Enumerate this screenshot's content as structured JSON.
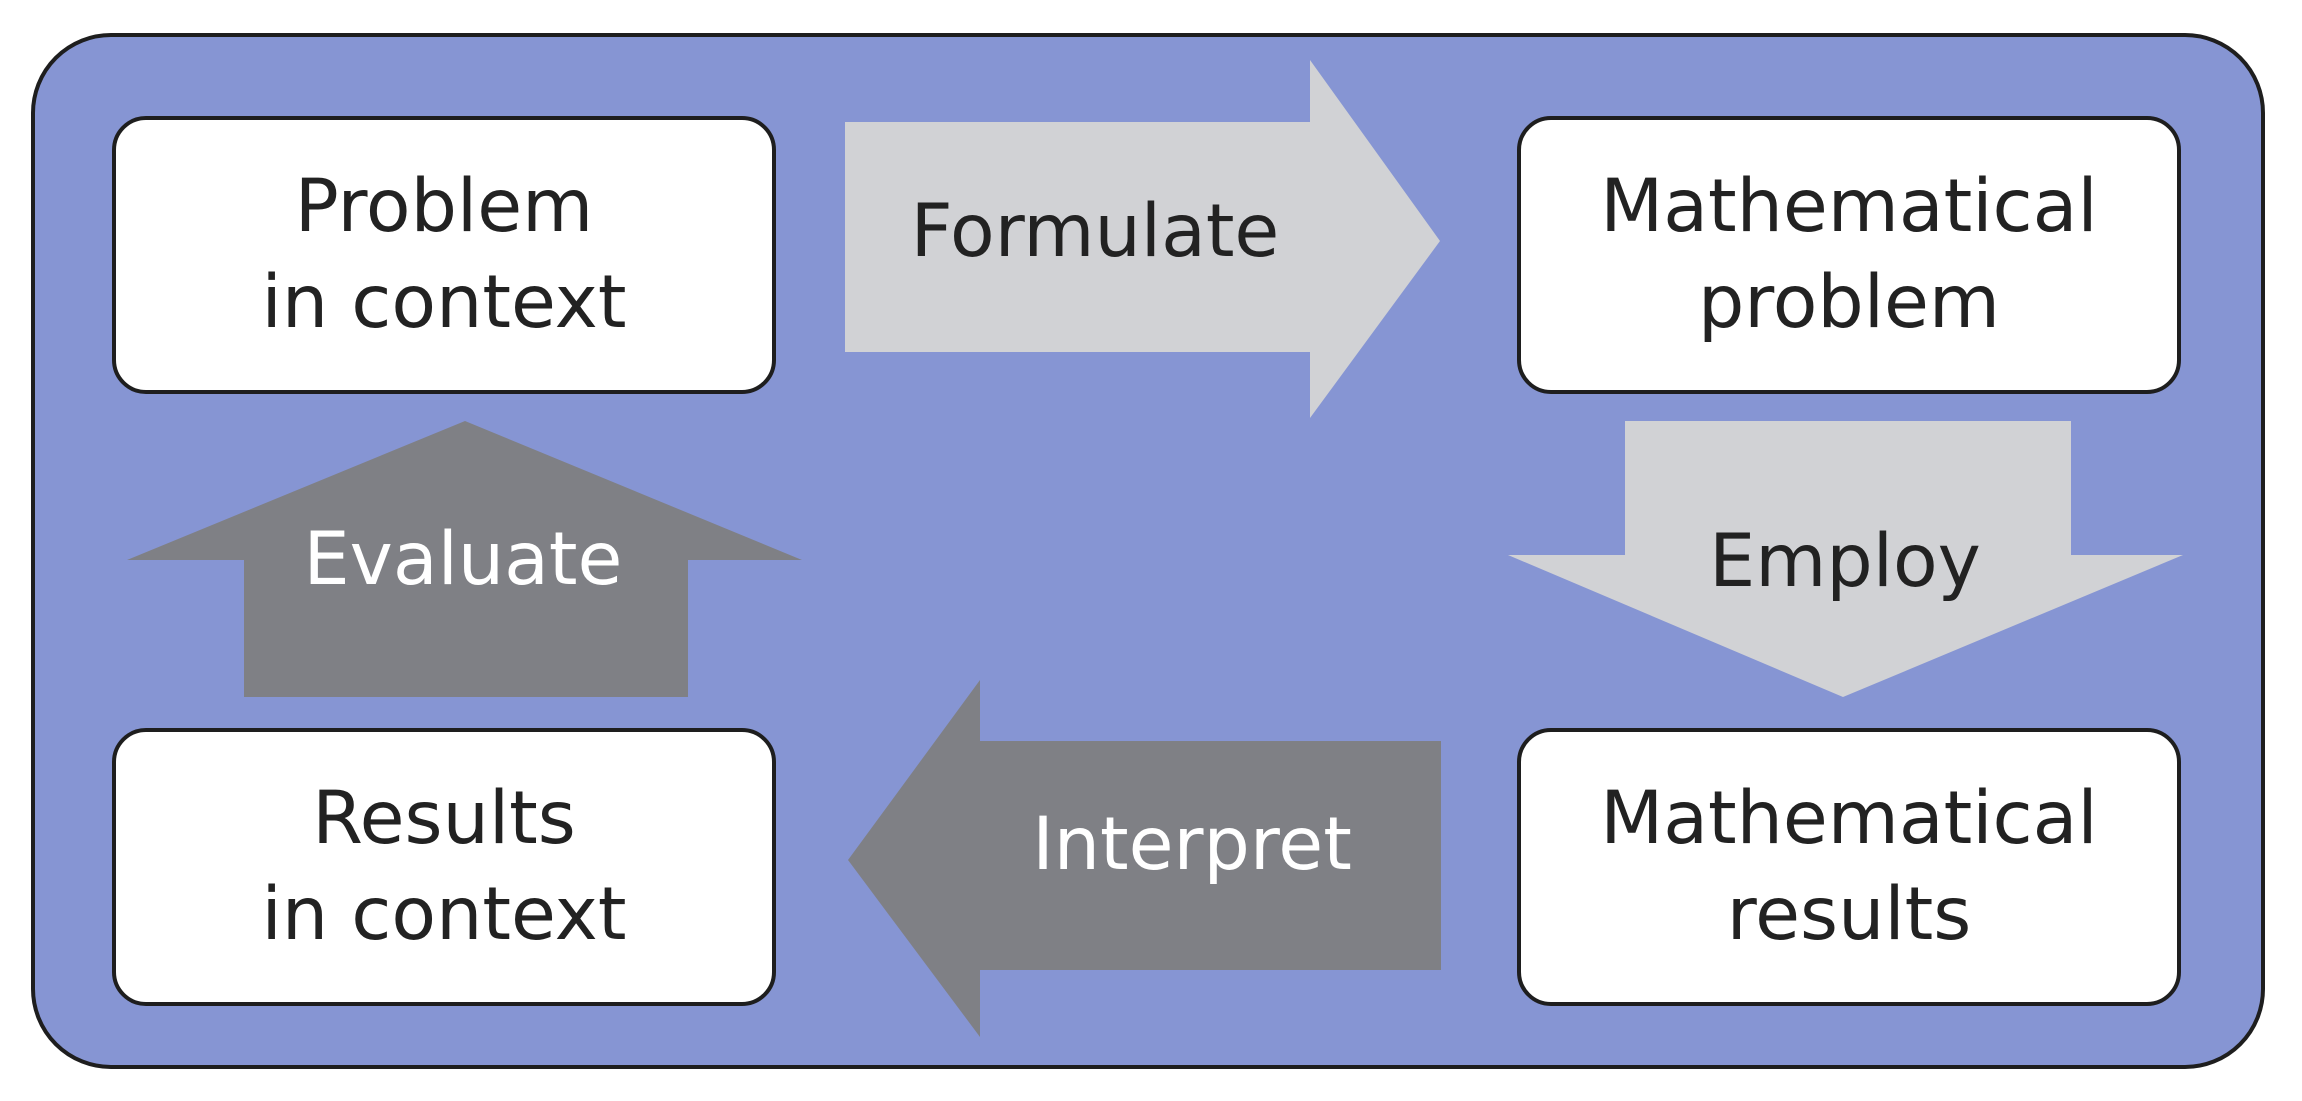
{
  "boxes": {
    "top_left": {
      "line1": "Problem",
      "line2": "in context"
    },
    "top_right": {
      "line1": "Mathematical",
      "line2": "problem"
    },
    "bottom_left": {
      "line1": "Results",
      "line2": "in context"
    },
    "bottom_right": {
      "line1": "Mathematical",
      "line2": "results"
    }
  },
  "arrows": {
    "formulate": "Formulate",
    "employ": "Employ",
    "interpret": "Interpret",
    "evaluate": "Evaluate"
  },
  "colors": {
    "background_panel": "#8695d3",
    "light_arrow": "#d1d2d5",
    "dark_arrow": "#7f8085",
    "box_fill": "#ffffff",
    "outline": "#1e1e1e"
  }
}
